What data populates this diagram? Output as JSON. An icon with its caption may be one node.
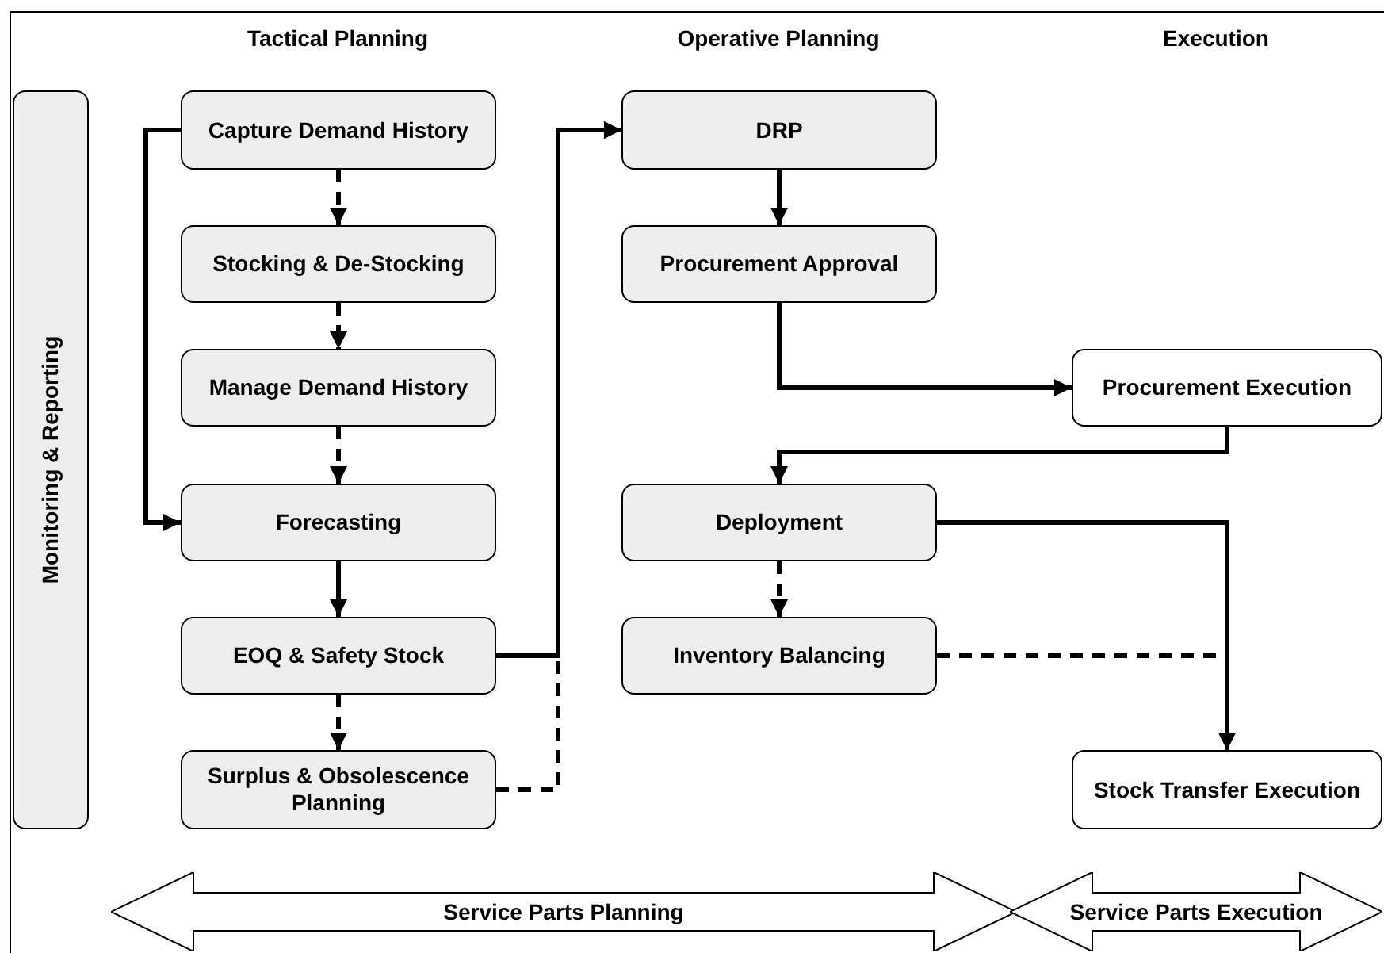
{
  "diagram": {
    "nodes": [
      {
        "text": [
          "Monitoring & Reporting"
        ]
      },
      {
        "text": [
          "Capture Demand History"
        ]
      },
      {
        "text": [
          "Stocking & De-Stocking"
        ]
      },
      {
        "text": [
          "Manage Demand History"
        ]
      },
      {
        "text": [
          "Forecasting"
        ]
      },
      {
        "text": [
          "EOQ & Safety Stock"
        ]
      },
      {
        "text": [
          "Surplus & Obsolescence Planning"
        ]
      },
      {
        "text": [
          "DRP"
        ]
      },
      {
        "text": [
          "Procurement Approval"
        ]
      },
      {
        "text": [
          "Procurement Execution"
        ]
      },
      {
        "text": [
          "Deployment"
        ]
      },
      {
        "text": [
          "Inventory Balancing"
        ]
      },
      {
        "text": [
          "Stock Transfer Execution"
        ]
      },
      {
        "text": [
          "Service Parts Planning"
        ]
      },
      {
        "text": [
          "Service Parts Execution"
        ]
      }
    ],
    "edges": [
      {
        "from": 1,
        "to": 2,
        "arrow": "to",
        "style": "dashed"
      },
      {
        "from": 2,
        "to": 3,
        "arrow": "to",
        "style": "dashed"
      },
      {
        "from": 3,
        "to": 4,
        "arrow": "to",
        "style": "dashed"
      },
      {
        "from": 1,
        "to": 4,
        "arrow": "to"
      },
      {
        "from": 4,
        "to": 5,
        "arrow": "to"
      },
      {
        "from": 5,
        "to": 6,
        "arrow": "to",
        "style": "dashed"
      },
      {
        "from": 5,
        "to": 7,
        "arrow": "to"
      },
      {
        "from": 6,
        "to": 7,
        "arrow": "to",
        "style": "dashed"
      },
      {
        "from": 7,
        "to": 8,
        "arrow": "to"
      },
      {
        "from": 8,
        "to": 9,
        "arrow": "to"
      },
      {
        "from": 9,
        "to": 10,
        "arrow": "to"
      },
      {
        "from": 10,
        "to": 11,
        "arrow": "to",
        "style": "dashed"
      },
      {
        "from": 10,
        "to": 12,
        "arrow": "to"
      },
      {
        "from": 11,
        "to": 12,
        "arrow": "to",
        "style": "dashed"
      }
    ],
    "labels": [
      "Tactical Planning",
      "Operative Planning",
      "Execution"
    ]
  }
}
